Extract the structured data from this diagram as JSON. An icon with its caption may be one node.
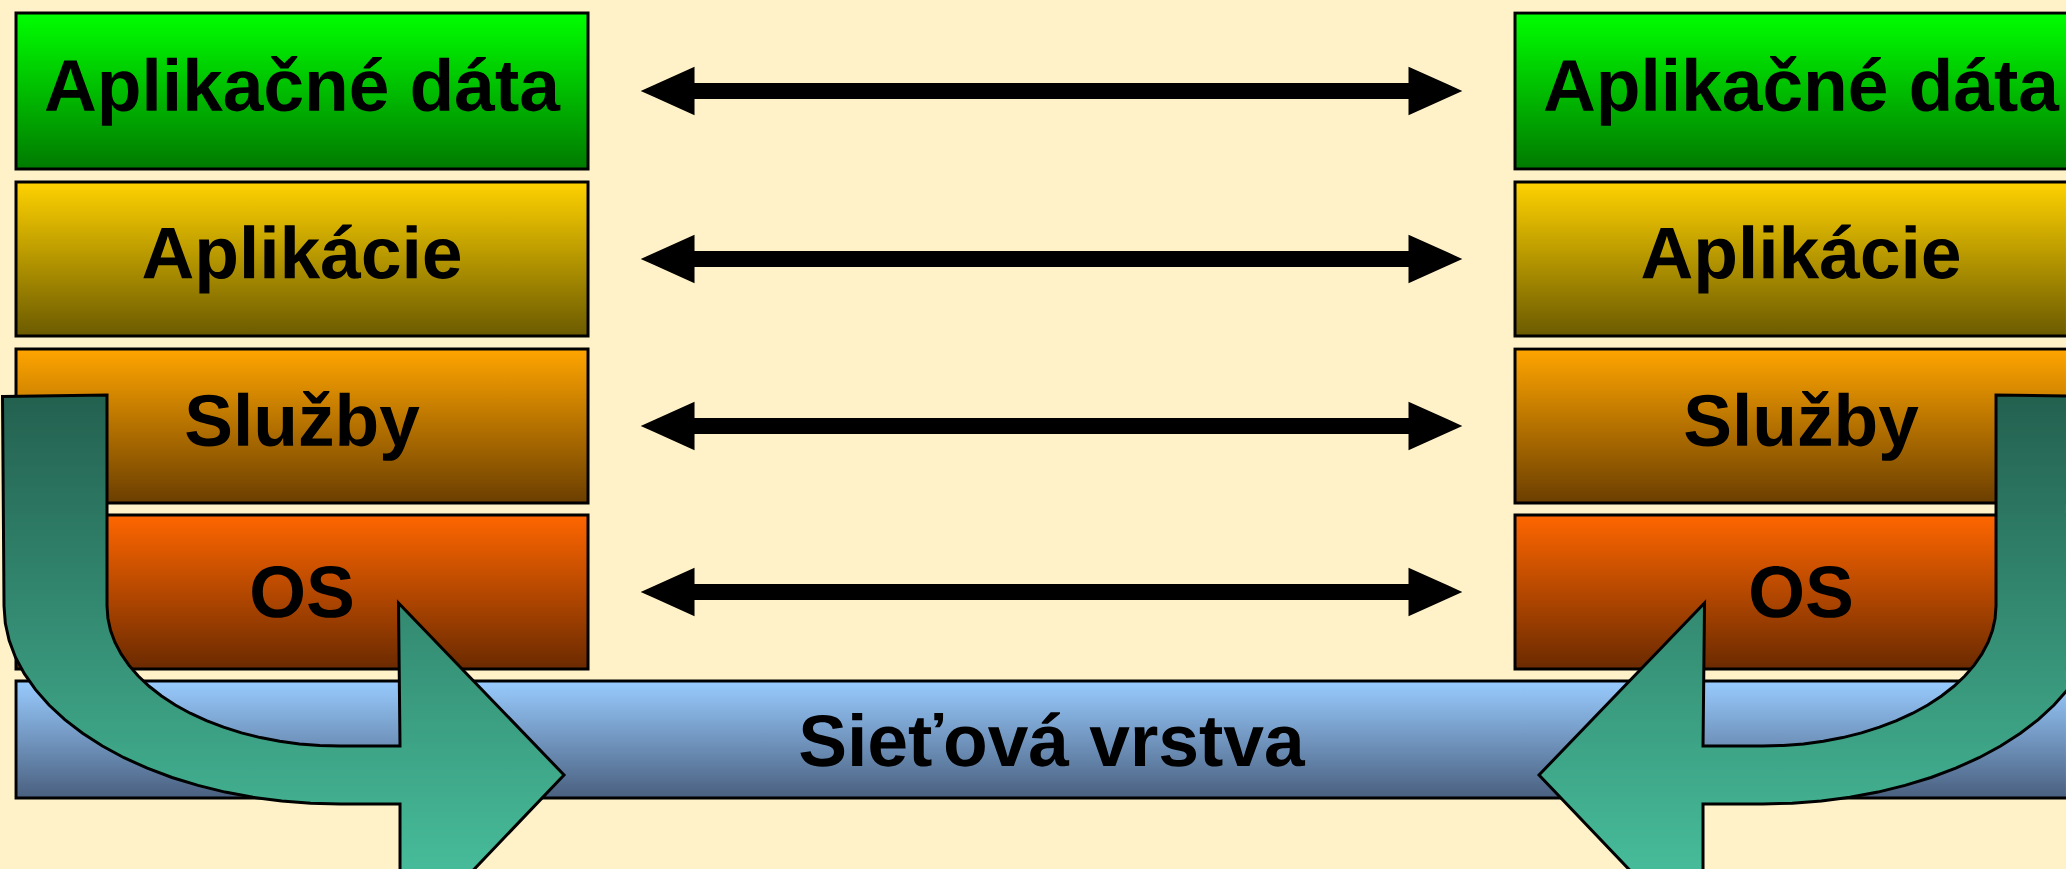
{
  "diagram": {
    "nodes": [
      {
        "text": [
          "Aplikačné dáta"
        ]
      },
      {
        "text": [
          "Aplikácie"
        ]
      },
      {
        "text": [
          "Služby"
        ]
      },
      {
        "text": [
          "OS"
        ]
      },
      {
        "text": [
          "Aplikačné dáta"
        ]
      },
      {
        "text": [
          "Aplikácie"
        ]
      },
      {
        "text": [
          "Služby"
        ]
      },
      {
        "text": [
          "OS"
        ]
      },
      {
        "text": [
          "Sieťová vrstva"
        ]
      }
    ],
    "edges": [
      {
        "from": 0,
        "to": 4,
        "arrow": "both"
      },
      {
        "from": 1,
        "to": 5,
        "arrow": "both"
      },
      {
        "from": 2,
        "to": 6,
        "arrow": "both"
      },
      {
        "from": 3,
        "to": 7,
        "arrow": "both"
      },
      {
        "from": 2,
        "to": 8,
        "arrow": "to",
        "style": "thick"
      },
      {
        "from": 6,
        "to": 8,
        "arrow": "to",
        "style": "thick"
      }
    ]
  }
}
